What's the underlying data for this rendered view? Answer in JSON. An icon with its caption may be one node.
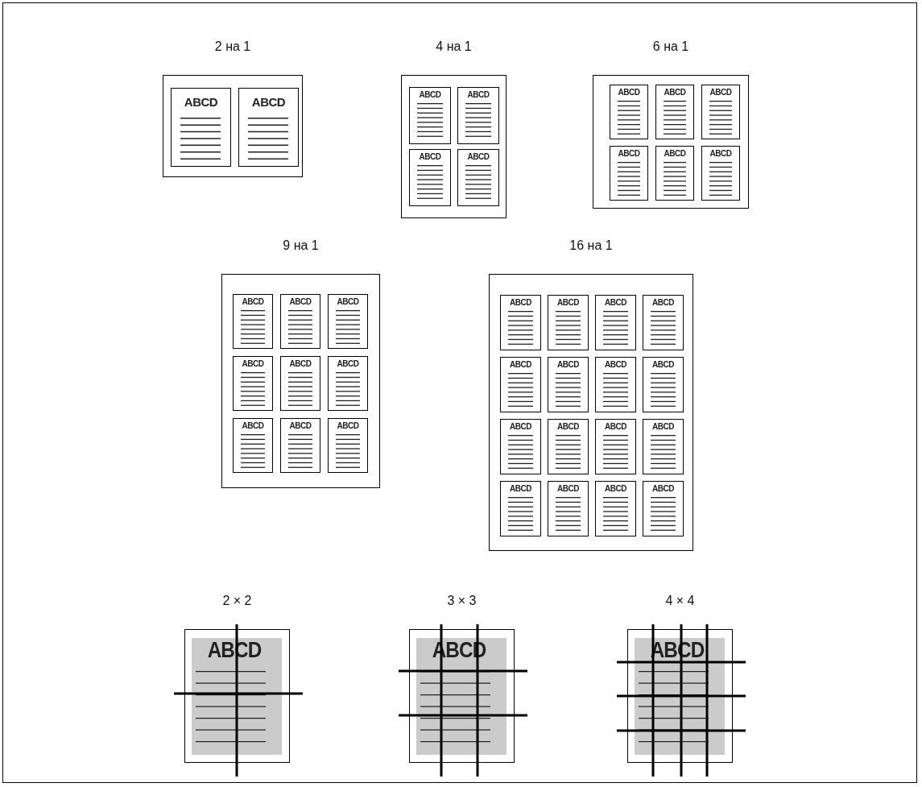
{
  "diagram": {
    "nodes": [
      {
        "text": [
          "2 на 1"
        ]
      },
      {
        "text": [
          "ABCD"
        ],
        "in": 0
      },
      {
        "text": [
          "ABCD"
        ],
        "in": 0
      },
      {
        "text": [
          "4 на 1"
        ]
      },
      {
        "text": [
          "ABCD"
        ],
        "in": 3
      },
      {
        "text": [
          "ABCD"
        ],
        "in": 3
      },
      {
        "text": [
          "ABCD"
        ],
        "in": 3
      },
      {
        "text": [
          "ABCD"
        ],
        "in": 3
      },
      {
        "text": [
          "6 на 1"
        ]
      },
      {
        "text": [
          "ABCD"
        ],
        "in": 8
      },
      {
        "text": [
          "ABCD"
        ],
        "in": 8
      },
      {
        "text": [
          "ABCD"
        ],
        "in": 8
      },
      {
        "text": [
          "ABCD"
        ],
        "in": 8
      },
      {
        "text": [
          "ABCD"
        ],
        "in": 8
      },
      {
        "text": [
          "ABCD"
        ],
        "in": 8
      },
      {
        "text": [
          "9 на 1"
        ]
      },
      {
        "text": [
          "ABCD"
        ],
        "in": 15
      },
      {
        "text": [
          "ABCD"
        ],
        "in": 15
      },
      {
        "text": [
          "ABCD"
        ],
        "in": 15
      },
      {
        "text": [
          "ABCD"
        ],
        "in": 15
      },
      {
        "text": [
          "ABCD"
        ],
        "in": 15
      },
      {
        "text": [
          "ABCD"
        ],
        "in": 15
      },
      {
        "text": [
          "ABCD"
        ],
        "in": 15
      },
      {
        "text": [
          "ABCD"
        ],
        "in": 15
      },
      {
        "text": [
          "ABCD"
        ],
        "in": 15
      },
      {
        "text": [
          "16 на 1"
        ]
      },
      {
        "text": [
          "ABCD"
        ],
        "in": 25
      },
      {
        "text": [
          "ABCD"
        ],
        "in": 25
      },
      {
        "text": [
          "ABCD"
        ],
        "in": 25
      },
      {
        "text": [
          "ABCD"
        ],
        "in": 25
      },
      {
        "text": [
          "ABCD"
        ],
        "in": 25
      },
      {
        "text": [
          "ABCD"
        ],
        "in": 25
      },
      {
        "text": [
          "ABCD"
        ],
        "in": 25
      },
      {
        "text": [
          "ABCD"
        ],
        "in": 25
      },
      {
        "text": [
          "ABCD"
        ],
        "in": 25
      },
      {
        "text": [
          "ABCD"
        ],
        "in": 25
      },
      {
        "text": [
          "ABCD"
        ],
        "in": 25
      },
      {
        "text": [
          "ABCD"
        ],
        "in": 25
      },
      {
        "text": [
          "ABCD"
        ],
        "in": 25
      },
      {
        "text": [
          "ABCD"
        ],
        "in": 25
      },
      {
        "text": [
          "ABCD"
        ],
        "in": 25
      },
      {
        "text": [
          "ABCD"
        ],
        "in": 25
      },
      {
        "text": [
          "2 × 2"
        ]
      },
      {
        "text": [
          "ABCD"
        ],
        "in": 42
      },
      {
        "text": [
          "3 × 3"
        ]
      },
      {
        "text": [
          "ABCD"
        ],
        "in": 44
      },
      {
        "text": [
          "4 × 4"
        ]
      },
      {
        "text": [
          "ABCD"
        ],
        "in": 46
      }
    ]
  }
}
